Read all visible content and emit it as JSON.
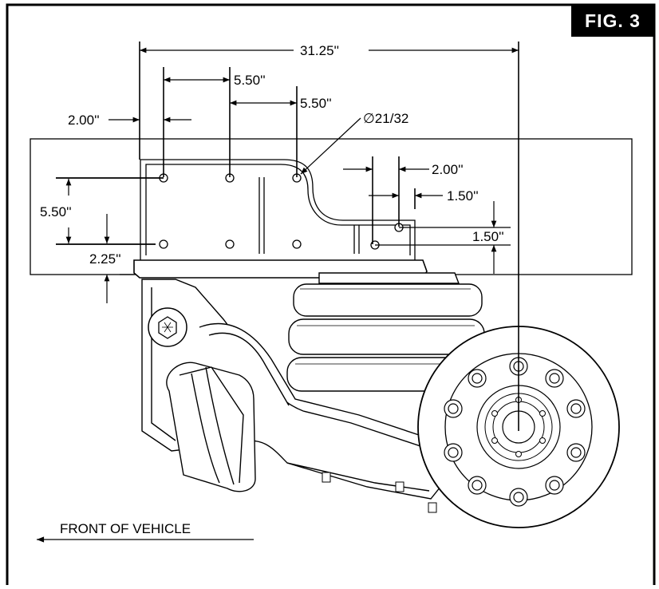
{
  "figure_label": "FIG. 3",
  "dimensions": {
    "overall": "31.25''",
    "spacing_1": "5.50''",
    "spacing_2": "5.50''",
    "edge_offset": "2.00''",
    "hole_diameter": "∅21/32",
    "right_offset": "2.00''",
    "right_small": "1.50''",
    "vertical_main": "5.50''",
    "vertical_right": "1.50''",
    "vertical_bottom": "2.25''"
  },
  "direction_label": "FRONT OF VEHICLE"
}
